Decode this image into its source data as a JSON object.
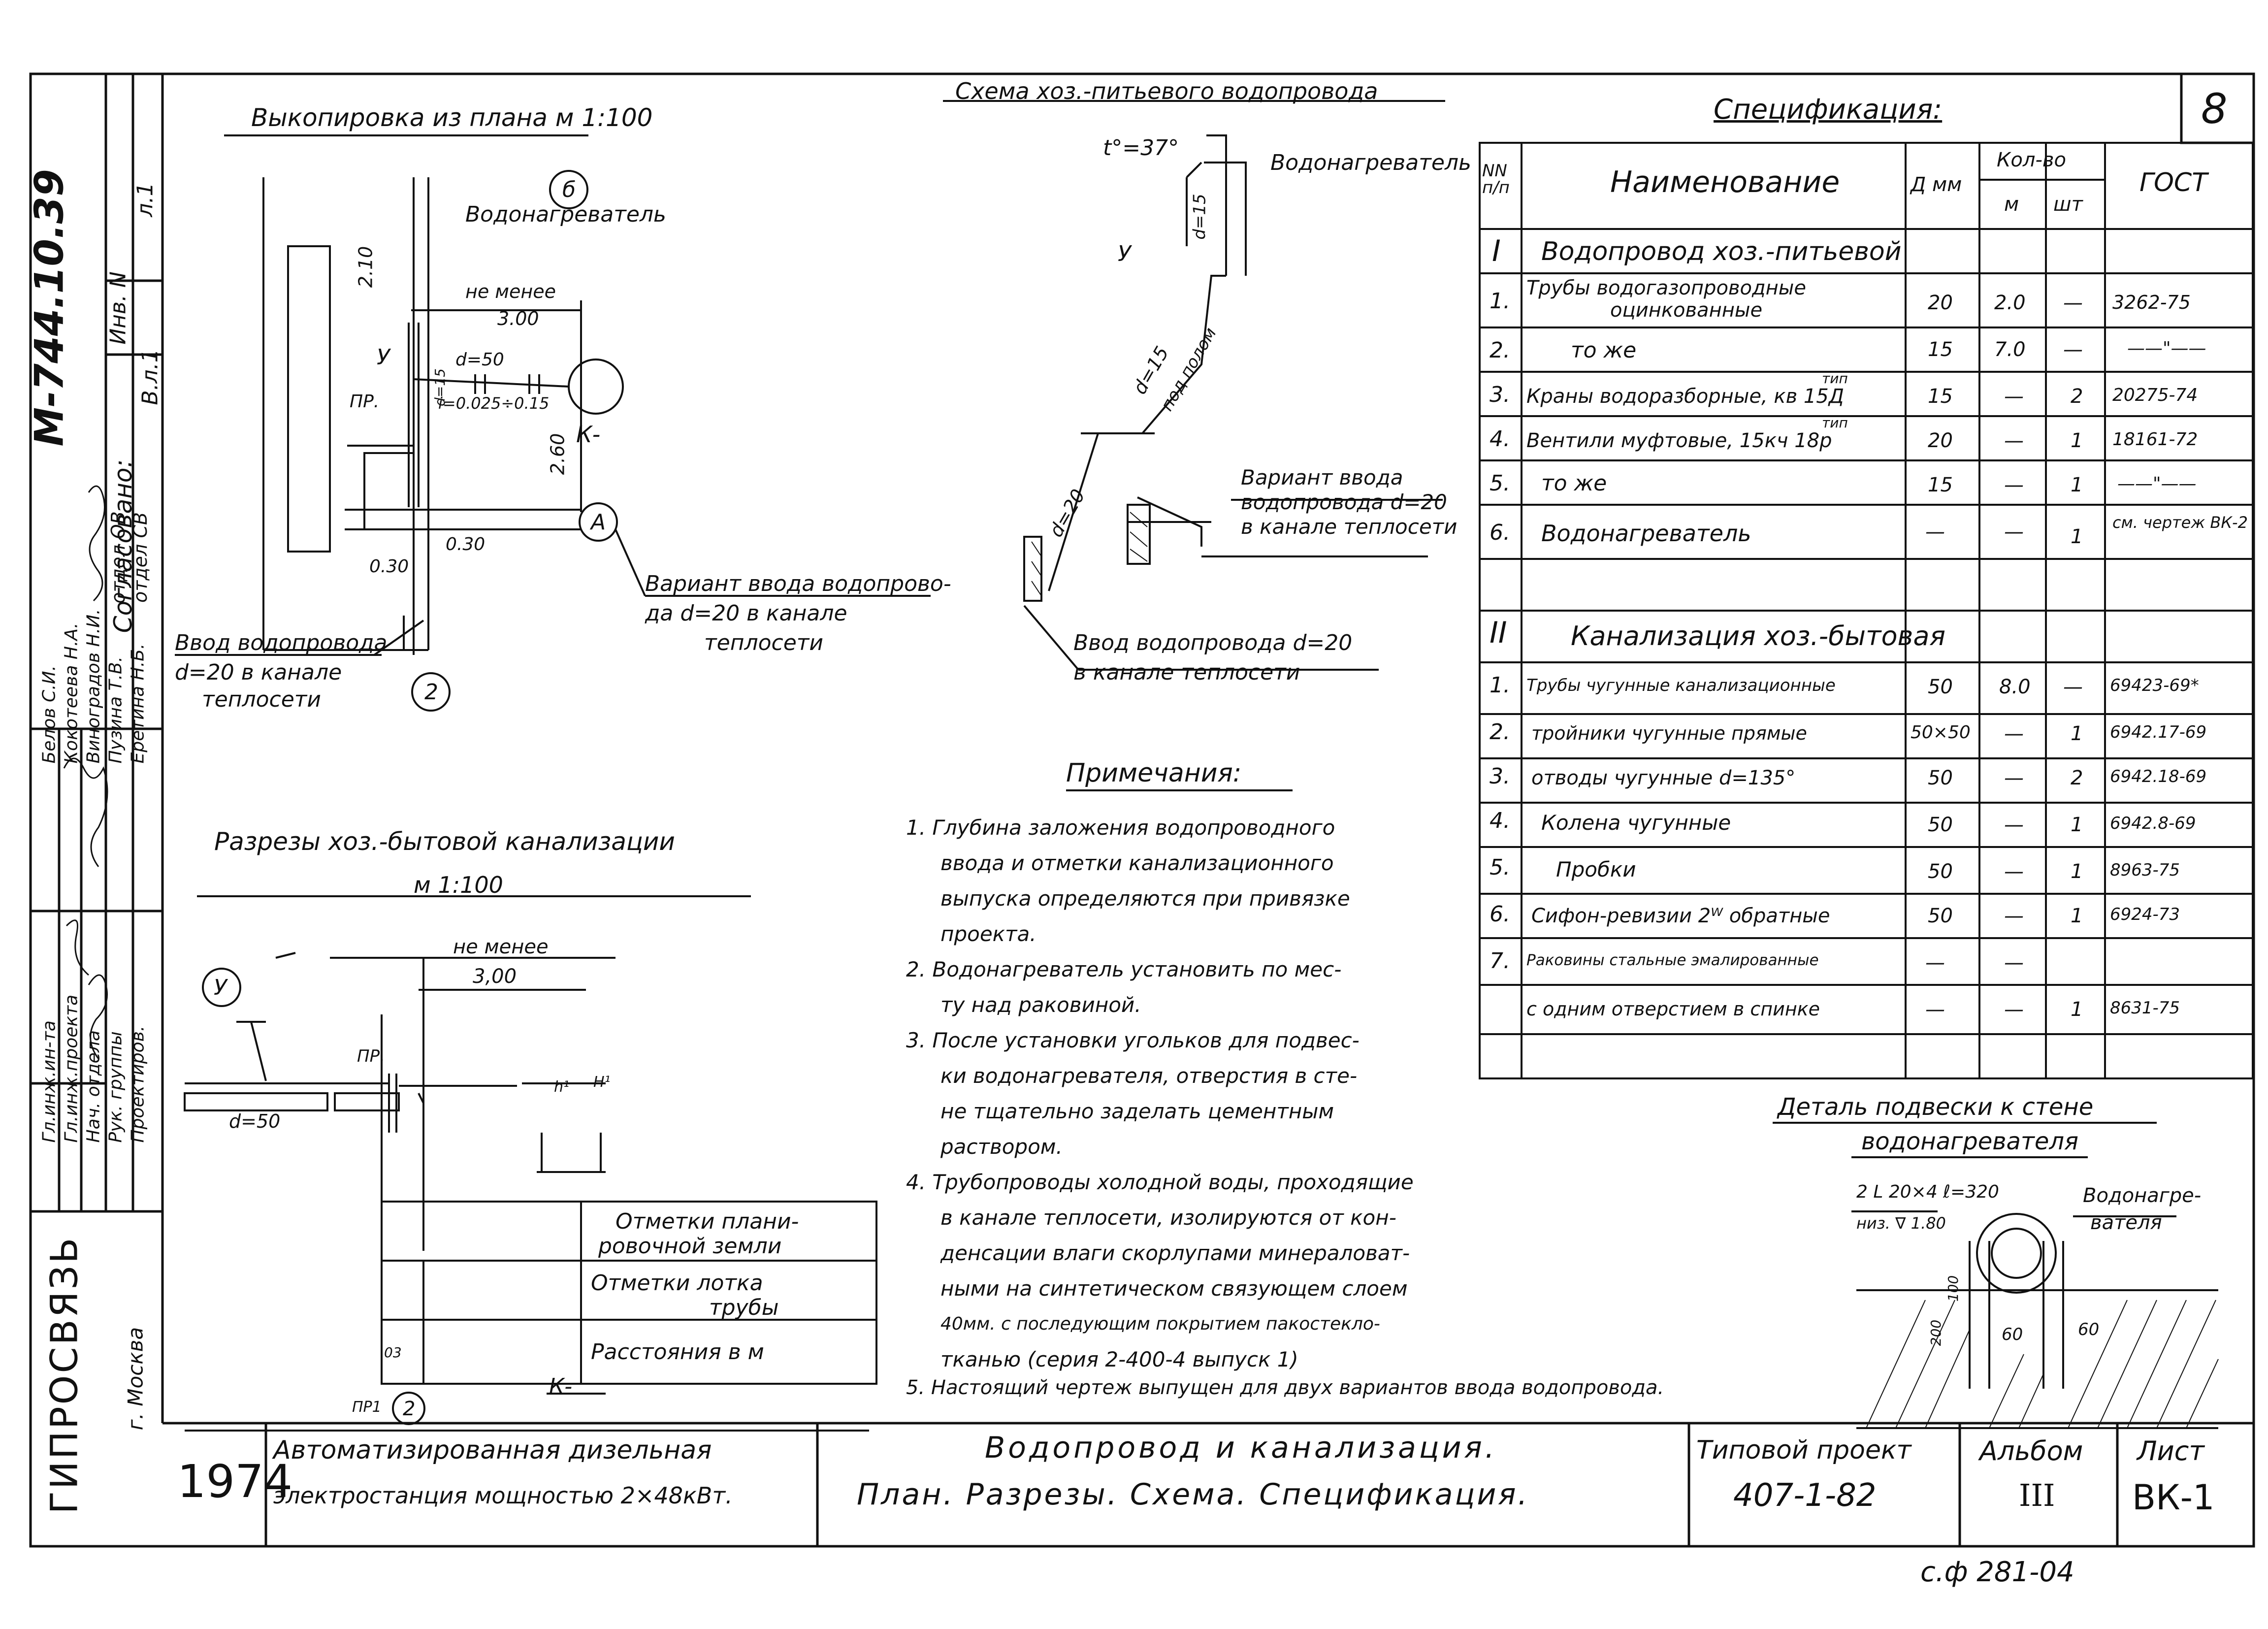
{
  "sheet_number": "8",
  "side_strip": {
    "doc_code": "М-744.10.39",
    "inv_no": "Инв. N",
    "l1": "л.1",
    "v_l1": "В.л.1",
    "agreed": "Согласовано:",
    "dept_ov": "отдел ОВ",
    "dept_sv": "отдел СВ",
    "roles": [
      "Гл.инж.ин-та",
      "Гл.инж.проекта",
      "Нач. отдела",
      "Рук. группы",
      "Проектиров."
    ],
    "names": [
      "Белов С.И.",
      "Кокотеева Н.А.",
      "Виноградов Н.И.",
      "Пузина Т.В.",
      "Еретина Н.Б."
    ],
    "org": "ГИПРОСВЯЗЬ",
    "city": "г. Москва"
  },
  "plan": {
    "title": "Выкопировка из плана   м 1:100",
    "axis_b": "б",
    "axis_a": "А",
    "axis_2": "2",
    "heater_label": "Водонагреватель",
    "not_less": "не менее",
    "not_less_val": "3.00",
    "dim_210": "2.10",
    "dim_260": "2.60",
    "dim_030a": "0.30",
    "dim_030b": "0.30",
    "d50": "d=50",
    "slope": "i=0.025÷0.15",
    "d15": "d=15",
    "pr": "ПР.",
    "y": "У",
    "k": "К-",
    "variant": "Вариант ввода водопрово-",
    "variant2": "да d=20 в канале",
    "variant3": "теплосети",
    "input1": "Ввод водопровода",
    "input2": "d=20 в канале",
    "input3": "теплосети"
  },
  "scheme": {
    "title": "Схема хоз.-питьевого водопровода",
    "temp": "t°=37°",
    "heater": "Водонагреватель",
    "y": "У",
    "d15a": "d=15",
    "d15b": "d=15",
    "under_floor": "под полом",
    "d20": "d=20",
    "variant1": "Вариант ввода",
    "variant2": "водопровода d=20",
    "variant3": "в канале теплосети",
    "input1": "Ввод водопровода d=20",
    "input2": "в канале теплосети"
  },
  "sections": {
    "title": "Разрезы хоз.-бытовой канализации",
    "scale": "м 1:100",
    "y": "У",
    "not_less": "не менее",
    "not_less_val": "3,00",
    "d50": "d=50",
    "pr": "ПР.",
    "h1": "h¹",
    "h2": "H¹",
    "axis_2": "2",
    "pr1": "ПР1",
    "k": "К-",
    "n03": "03",
    "row1a": "Отметки плани-",
    "row1b": "ровочной земли",
    "row2a": "Отметки лотка",
    "row2b": "трубы",
    "row3": "Расстояния в м"
  },
  "notes": {
    "title": "Примечания:",
    "lines": [
      "1. Глубина заложения водопроводного",
      "ввода и отметки канализационного",
      "выпуска определяются при привязке",
      "проекта.",
      "2. Водонагреватель установить по мес-",
      "ту над раковиной.",
      "3. После установки угольков для подвес-",
      "ки водонагревателя, отверстия в сте-",
      "не тщательно заделать цементным",
      "раствором.",
      "4. Трубопроводы холодной воды, проходящие",
      "в канале теплосети, изолируются от кон-",
      "денсации влаги скорлупами минераловат-",
      "ными на синтетическом связующем слоем",
      "40мм. с последующим покрытием пакостекло-",
      "тканью (серия 2-400-4 выпуск 1)"
    ],
    "note5": "5. Настоящий чертеж выпущен для двух вариантов ввода водопровода."
  },
  "spec": {
    "title": "Спецификация:",
    "h_nn": "NN п/п",
    "h_name": "Наименование",
    "h_d": "Д мм",
    "h_qty": "Кол-во",
    "h_m": "м",
    "h_sht": "шт",
    "h_gost": "ГОСТ",
    "sec1_num": "I",
    "sec1_name": "Водопровод хоз.-питьевой",
    "rows1": [
      {
        "n": "1.",
        "name": "Трубы водогазопроводные",
        "name2": "оцинкованные",
        "d": "20",
        "m": "2.0",
        "sht": "—",
        "gost": "3262-75"
      },
      {
        "n": "2.",
        "name": "то же",
        "name2": "",
        "d": "15",
        "m": "7.0",
        "sht": "—",
        "gost": "——\"——"
      },
      {
        "n": "3.",
        "name": "Краны водоразборные, кв 15Д",
        "name2": "тип",
        "d": "15",
        "m": "—",
        "sht": "2",
        "gost": "20275-74"
      },
      {
        "n": "4.",
        "name": "Вентили муфтовые, 15кч 18р",
        "name2": "тип",
        "d": "20",
        "m": "—",
        "sht": "1",
        "gost": "18161-72"
      },
      {
        "n": "5.",
        "name": "то же",
        "name2": "",
        "d": "15",
        "m": "—",
        "sht": "1",
        "gost": "——\"——"
      },
      {
        "n": "6.",
        "name": "Водонагреватель",
        "name2": "",
        "d": "—",
        "m": "—",
        "sht": "1",
        "gost": "см. чертеж ВК-2"
      }
    ],
    "sec2_num": "II",
    "sec2_name": "Канализация хоз.-бытовая",
    "rows2": [
      {
        "n": "1.",
        "name": "Трубы чугунные канализационные",
        "d": "50",
        "m": "8.0",
        "sht": "—",
        "gost": "69423-69*"
      },
      {
        "n": "2.",
        "name": "тройники чугунные прямые",
        "d": "50×50",
        "m": "—",
        "sht": "1",
        "gost": "6942.17-69"
      },
      {
        "n": "3.",
        "name": "отводы чугунные  d=135°",
        "d": "50",
        "m": "—",
        "sht": "2",
        "gost": "6942.18-69"
      },
      {
        "n": "4.",
        "name": "Колена  чугунные",
        "d": "50",
        "m": "—",
        "sht": "1",
        "gost": "6942.8-69"
      },
      {
        "n": "5.",
        "name": "Пробки",
        "d": "50",
        "m": "—",
        "sht": "1",
        "gost": "8963-75"
      },
      {
        "n": "6.",
        "name": "Сифон-ревизии 2ᵂ обратные",
        "d": "50",
        "m": "—",
        "sht": "1",
        "gost": "6924-73"
      },
      {
        "n": "7.",
        "name": "Раковины стальные эмалированные",
        "d": "—",
        "m": "—",
        "sht": "",
        "gost": ""
      },
      {
        "n": "",
        "name": "с одним отверстием в спинке",
        "d": "—",
        "m": "—",
        "sht": "1",
        "gost": "8631-75"
      }
    ]
  },
  "detail": {
    "title": "Деталь подвески к стене",
    "title2": "водонагревателя",
    "l1": "2 L 20×4 ℓ=320",
    "l2": "низ. ∇ 1.80",
    "heater": "Водонагре-",
    "heater2": "вателя",
    "d100": "100",
    "d200": "200",
    "d60a": "60",
    "d60b": "60"
  },
  "stamp": {
    "year": "1974",
    "obj1": "Автоматизированная дизельная",
    "obj2": "электростанция мощностью 2×48кВт.",
    "title1": "Водопровод и канализация.",
    "title2": "План. Разрезы. Схема. Спецификация.",
    "proj_lbl": "Типовой проект",
    "proj": "407-1-82",
    "album_lbl": "Альбом",
    "album": "III",
    "sheet_lbl": "Лист",
    "sheet": "ВК-1",
    "bottom": "с.ф   281-04"
  }
}
